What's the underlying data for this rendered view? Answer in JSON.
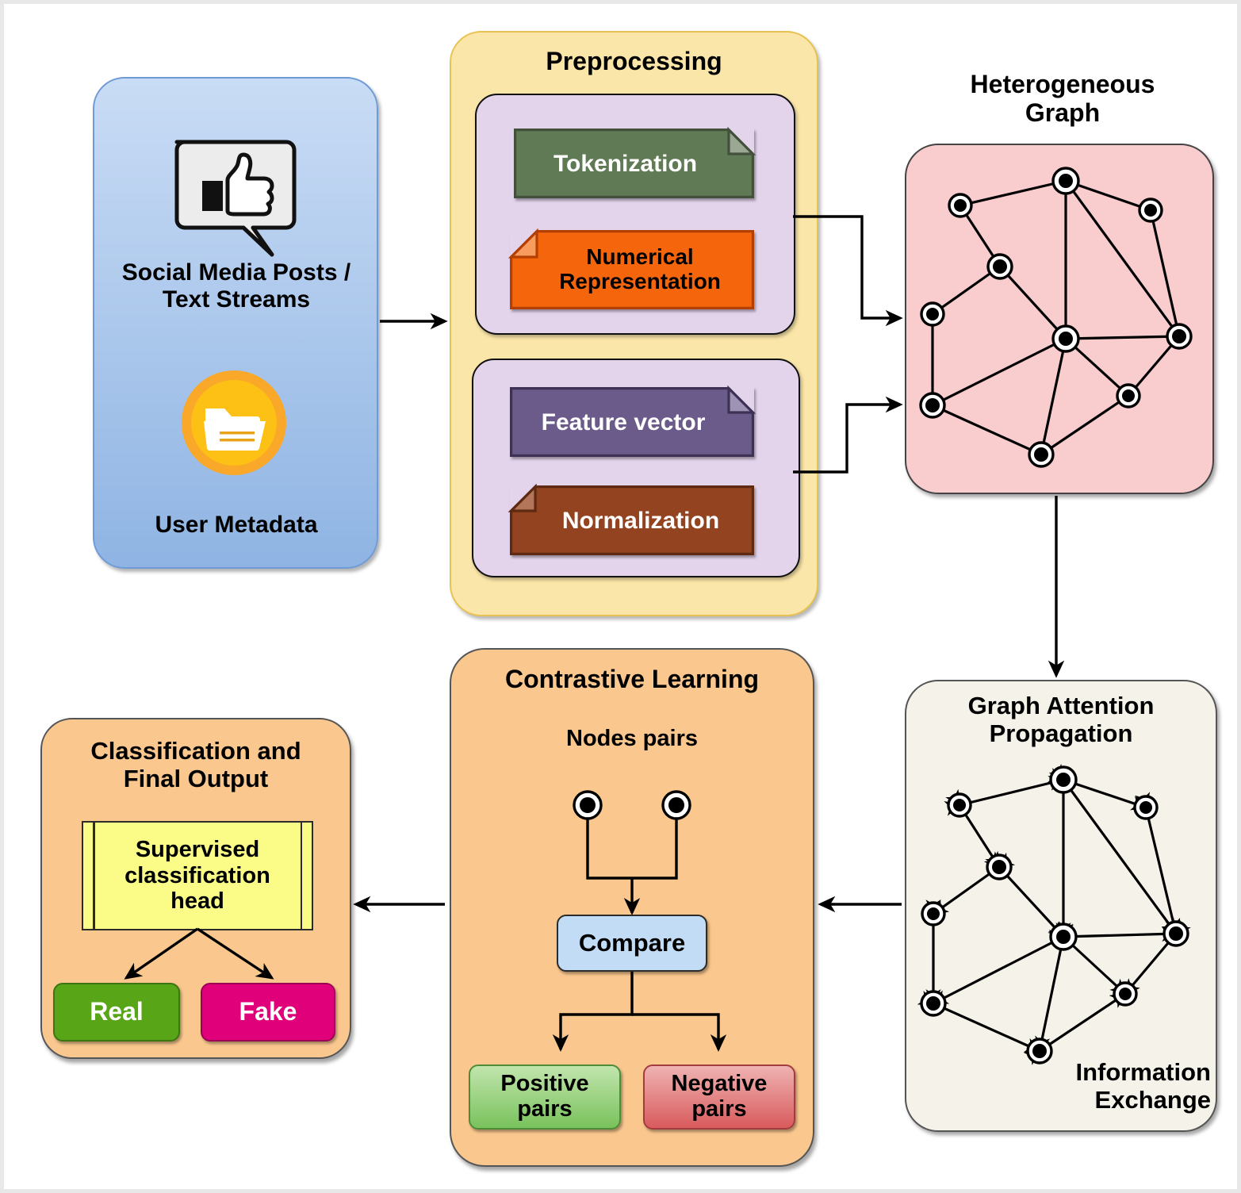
{
  "diagram": {
    "title": "Fake news detection pipeline",
    "colors": {
      "input_panel": "#8fb4e3",
      "preprocessing_panel": "#fbe6a9",
      "preprocessing_sub": "#e3d4ec",
      "graph_panel": "#f9ccce",
      "gat_panel": "#f5f3e9",
      "contrastive_panel": "#fac78e",
      "classification_panel": "#fac78e",
      "tokenization": "#5f7a55",
      "numerical_representation": "#f4650c",
      "feature_vector": "#6b5b8a",
      "normalization": "#93431f",
      "compare": "#c3dcf5",
      "positive_pairs": "#8fce74",
      "negative_pairs": "#e0686a",
      "classification_head": "#fbfb88",
      "real": "#58a618",
      "fake": "#e0007a"
    }
  },
  "input": {
    "posts_label": "Social Media Posts /\nText Streams",
    "posts_line1": "Social Media Posts /",
    "posts_line2": "Text Streams",
    "metadata_label": "User Metadata",
    "icons": {
      "speech": "thumbs-up-speech-bubble-icon",
      "folder": "folder-icon"
    }
  },
  "preprocessing": {
    "title": "Preprocessing",
    "group_a": [
      {
        "label": "Tokenization",
        "fold": "top-right",
        "text_color": "#ffffff"
      },
      {
        "label": "Numerical\nRepresentation",
        "line1": "Numerical",
        "line2": "Representation",
        "fold": "top-left",
        "text_color": "#000000"
      }
    ],
    "group_b": [
      {
        "label": "Feature vector",
        "fold": "top-right",
        "text_color": "#ffffff"
      },
      {
        "label": "Normalization",
        "fold": "top-left",
        "text_color": "#ffffff"
      }
    ]
  },
  "heterogeneous_graph": {
    "title_line1": "Heterogeneous",
    "title_line2": "Graph",
    "node_count": 11,
    "edge_count": 17,
    "directed": false
  },
  "graph_attention": {
    "title_line1": "Graph Attention",
    "title_line2": "Propagation",
    "caption_line1": "Information",
    "caption_line2": "Exchange",
    "node_count": 11,
    "edge_count": 17,
    "directed": true,
    "arrow_style": "bidirectional"
  },
  "contrastive": {
    "title": "Contrastive Learning",
    "nodes_pairs_label": "Nodes pairs",
    "compare_label": "Compare",
    "positive_label": "Positive\npairs",
    "positive_line1": "Positive",
    "positive_line2": "pairs",
    "negative_label": "Negative\npairs",
    "negative_line1": "Negative",
    "negative_line2": "pairs"
  },
  "classification": {
    "title_line1": "Classification and",
    "title_line2": "Final Output",
    "head_line1": "Supervised",
    "head_line2": "classification",
    "head_line3": "head",
    "outputs": [
      {
        "label": "Real",
        "color": "#58a618"
      },
      {
        "label": "Fake",
        "color": "#e0007a"
      }
    ],
    "real_label": "Real",
    "fake_label": "Fake"
  }
}
